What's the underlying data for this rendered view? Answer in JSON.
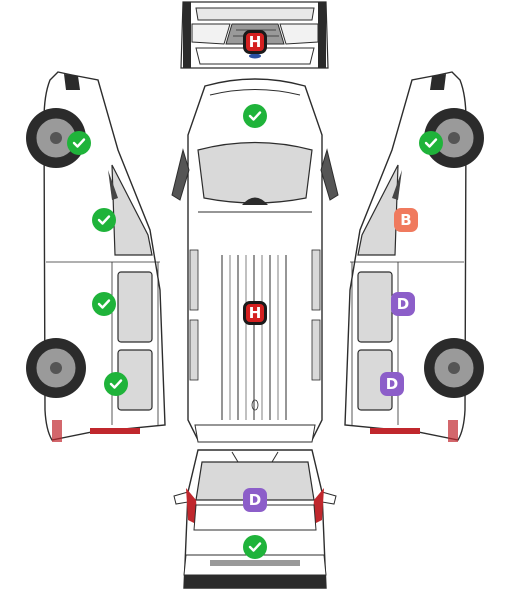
{
  "colors": {
    "check": "#1fb33a",
    "damage_b": "#f07a5e",
    "damage_d": "#8c5ec9",
    "damage_h": "#d42020",
    "h_outer": "#1a1a1a",
    "line": "#2d2d2d",
    "body_fill": "#ffffff",
    "glass": "#d9d9d9",
    "tyre": "#2b2b2b",
    "rim": "#9a9a9a",
    "lamp_red": "#c0272d"
  },
  "legend_codes": {
    "H": "H",
    "B": "B",
    "D": "D"
  },
  "views": [
    {
      "id": "front-view",
      "icon": "van-front-icon"
    },
    {
      "id": "top-view",
      "icon": "van-top-icon"
    },
    {
      "id": "left-side-view",
      "icon": "van-left-side-icon"
    },
    {
      "id": "right-side-view",
      "icon": "van-right-side-icon"
    },
    {
      "id": "rear-view",
      "icon": "van-rear-icon"
    }
  ],
  "markers": [
    {
      "id": "front-bumper-marker",
      "type": "H",
      "label": "H"
    },
    {
      "id": "bonnet-marker",
      "type": "check",
      "icon": "check-icon"
    },
    {
      "id": "roof-marker",
      "type": "H",
      "label": "H"
    },
    {
      "id": "left-front-wheel-marker",
      "type": "check",
      "icon": "check-icon"
    },
    {
      "id": "left-front-door-marker",
      "type": "check",
      "icon": "check-icon"
    },
    {
      "id": "left-sliding-door-marker",
      "type": "check",
      "icon": "check-icon"
    },
    {
      "id": "left-rear-panel-marker",
      "type": "check",
      "icon": "check-icon"
    },
    {
      "id": "right-front-wheel-marker",
      "type": "check",
      "icon": "check-icon"
    },
    {
      "id": "right-front-door-marker",
      "type": "B",
      "label": "B"
    },
    {
      "id": "right-sliding-door-marker",
      "type": "D",
      "label": "D"
    },
    {
      "id": "right-rear-panel-marker",
      "type": "D",
      "label": "D"
    },
    {
      "id": "rear-window-marker",
      "type": "D",
      "label": "D"
    },
    {
      "id": "rear-bumper-marker",
      "type": "check",
      "icon": "check-icon"
    }
  ]
}
